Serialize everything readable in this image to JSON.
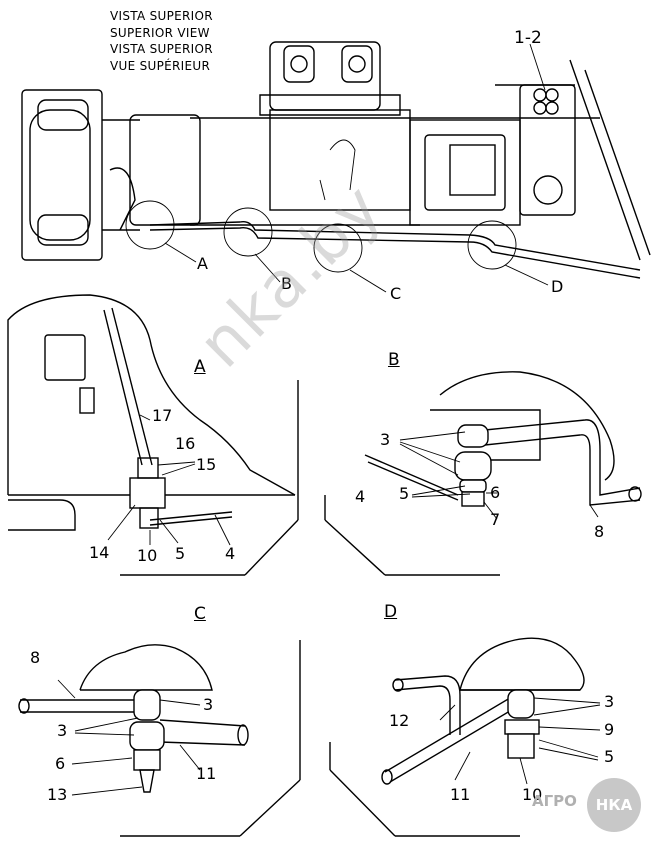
{
  "title_lines": [
    "VISTA SUPERIOR",
    "SUPERIOR VIEW",
    "VISTA SUPERIOR",
    "VUE SUPÉRIEUR"
  ],
  "top_view": {
    "ref_label": "1-2",
    "callouts": [
      "A",
      "B",
      "C",
      "D"
    ]
  },
  "detail_A": {
    "heading": "A",
    "labels": [
      "17",
      "16",
      "15",
      "14",
      "10",
      "5",
      "4"
    ]
  },
  "detail_B": {
    "heading": "B",
    "labels": [
      "3",
      "4",
      "5",
      "6",
      "7",
      "8"
    ]
  },
  "detail_C": {
    "heading": "C",
    "labels": [
      "8",
      "3",
      "3",
      "6",
      "13",
      "11"
    ]
  },
  "detail_D": {
    "heading": "D",
    "labels": [
      "3",
      "12",
      "9",
      "5",
      "11",
      "10"
    ]
  },
  "watermark": "nka.by",
  "logo": {
    "text": "АГРО",
    "badge": "НКА"
  }
}
